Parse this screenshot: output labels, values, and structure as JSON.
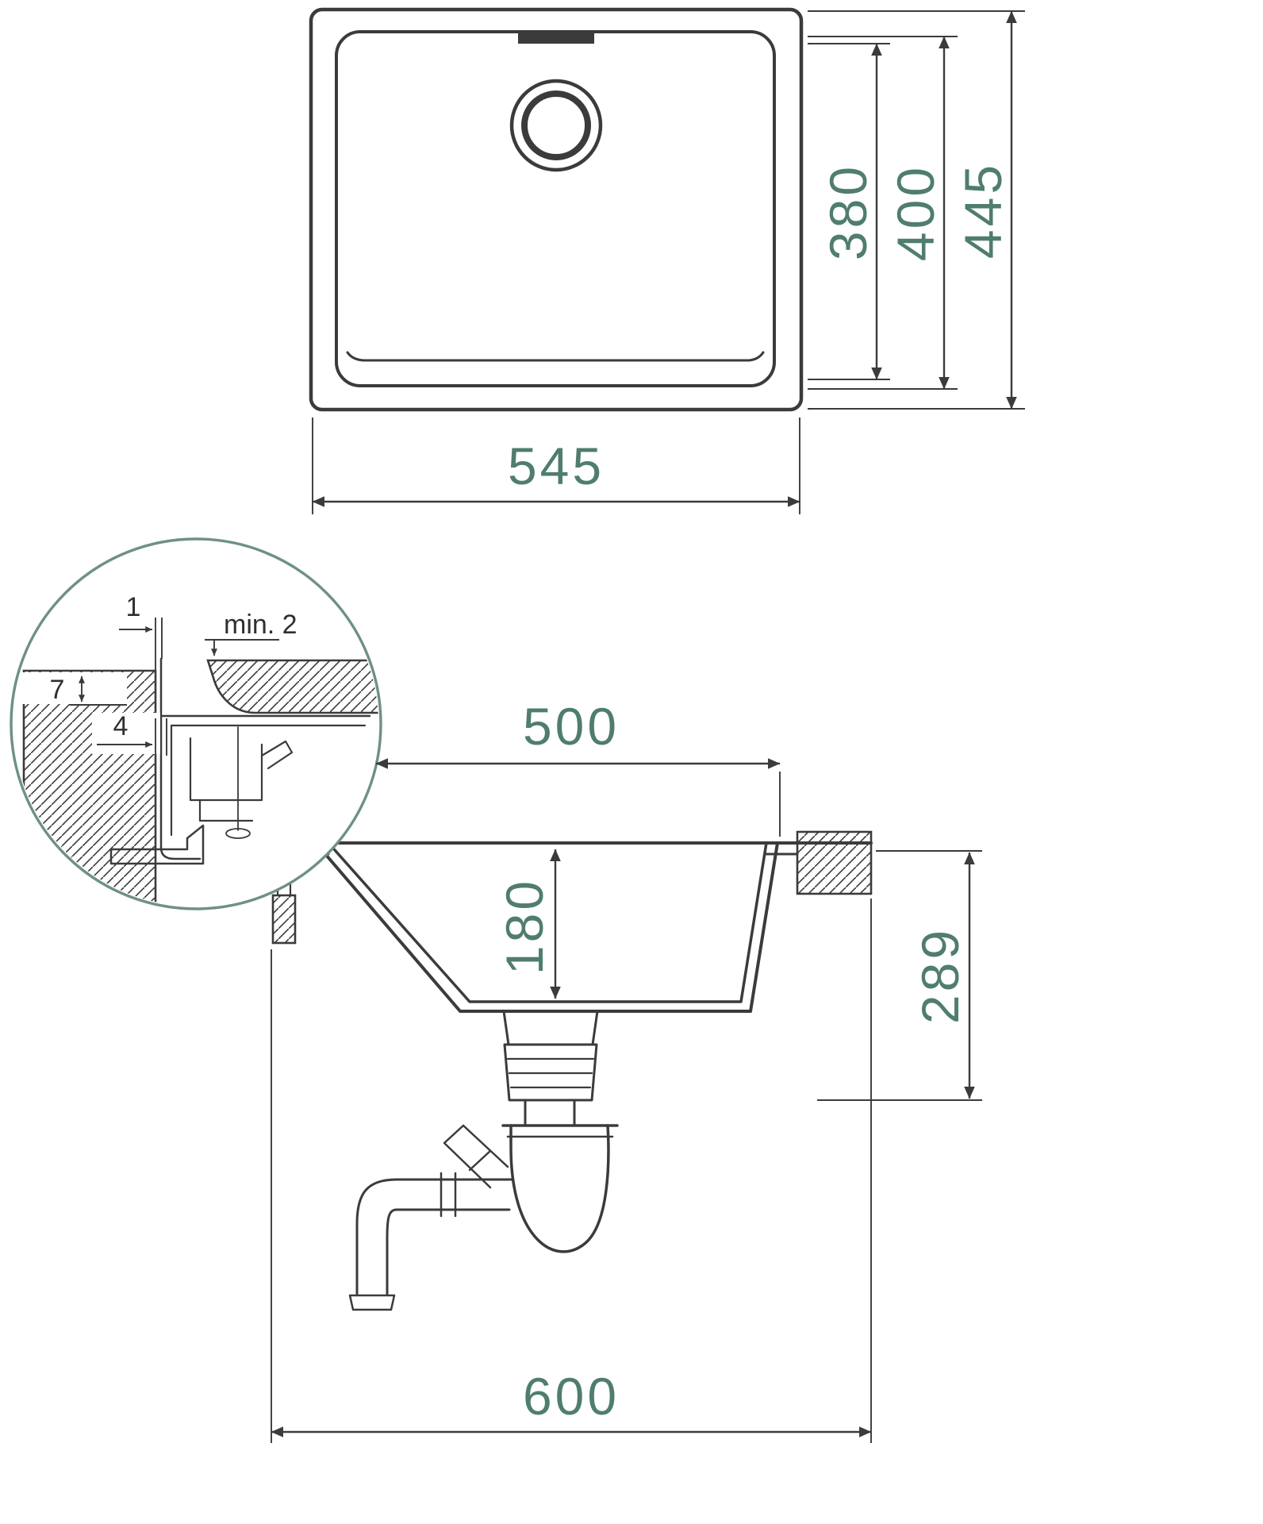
{
  "colors": {
    "accent": "#4f7d6e",
    "line": "#3b3b3b",
    "background": "#ffffff"
  },
  "top_view": {
    "dim_width": "545",
    "dim_inner_height": "380",
    "dim_mid_height": "400",
    "dim_outer_height": "445"
  },
  "detail_view": {
    "dim_reveal": "1",
    "dim_min_overhang": "min. 2",
    "dim_rebate_depth": "7",
    "dim_edge_offset": "4"
  },
  "section_view": {
    "dim_inner_width": "500",
    "dim_bowl_depth": "180",
    "dim_total_depth": "289",
    "dim_cabinet_width": "600"
  }
}
